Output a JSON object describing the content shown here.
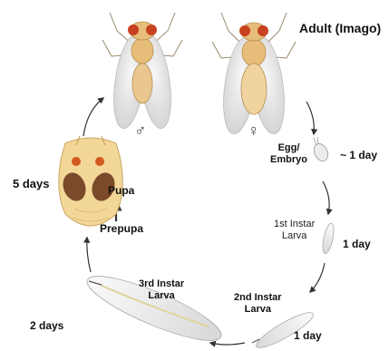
{
  "title": "Adult (Imago)",
  "sex_symbols": {
    "male": "♂",
    "female": "♀"
  },
  "stages": {
    "egg": {
      "lines": [
        "Egg/",
        "Embryo"
      ],
      "duration": "~ 1 day"
    },
    "instar1": {
      "lines": [
        "1st Instar",
        "Larva"
      ],
      "duration": "1 day"
    },
    "instar2": {
      "lines": [
        "2nd Instar",
        "Larva"
      ],
      "duration": "1 day"
    },
    "instar3": {
      "lines": [
        "3rd Instar",
        "Larva"
      ],
      "duration": "2 days"
    },
    "prepupa": {
      "label": "Prepupa"
    },
    "pupa": {
      "label": "Pupa",
      "duration": "5 days"
    }
  },
  "colors": {
    "fly_body": "#e6bd79",
    "fly_eye": "#c8411f",
    "wing": "#e3e3e3",
    "pupa_case": "#f3d799",
    "pupa_eye": "#7b4a2a",
    "larva": "#efefef",
    "arrow": "#333333"
  }
}
